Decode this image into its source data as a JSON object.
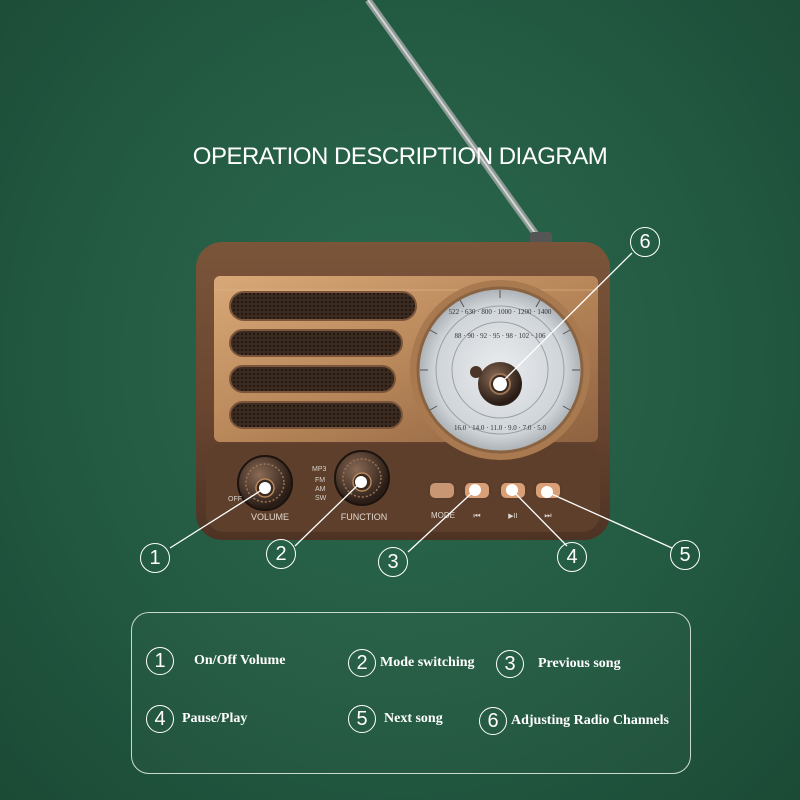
{
  "title": "OPERATION DESCRIPTION DIAGRAM",
  "radio": {
    "dial_marks_top": "522 · 630 · 800 · 1000 · 1200 · 1400",
    "dial_marks_mid": "88 · 90 · 92 · 95 · 98 · 102 · 106",
    "dial_marks_bottom": "16.0 · 14.0 · 11.0 · 9.0 · 7.0 · 5.0",
    "knob_left_label": "VOLUME",
    "knob_left_off": "OFF",
    "knob_right_label": "FUNCTION",
    "function_options": [
      "MP3",
      "FM",
      "AM",
      "SW"
    ],
    "mode_label": "MODE",
    "prev_symbol": "⏮",
    "play_symbol": "▶II",
    "next_symbol": "⏭"
  },
  "callouts": [
    "1",
    "2",
    "3",
    "4",
    "5",
    "6"
  ],
  "legend": [
    {
      "num": "1",
      "text": "On/Off Volume"
    },
    {
      "num": "2",
      "text": "Mode switching"
    },
    {
      "num": "3",
      "text": "Previous song"
    },
    {
      "num": "4",
      "text": "Pause/Play"
    },
    {
      "num": "5",
      "text": "Next song"
    },
    {
      "num": "6",
      "text": "Adjusting Radio Channels"
    }
  ],
  "colors": {
    "background": "#235a42",
    "cabinet": "#6b4a33",
    "gold": "#b8875a",
    "line": "#ffffff"
  }
}
